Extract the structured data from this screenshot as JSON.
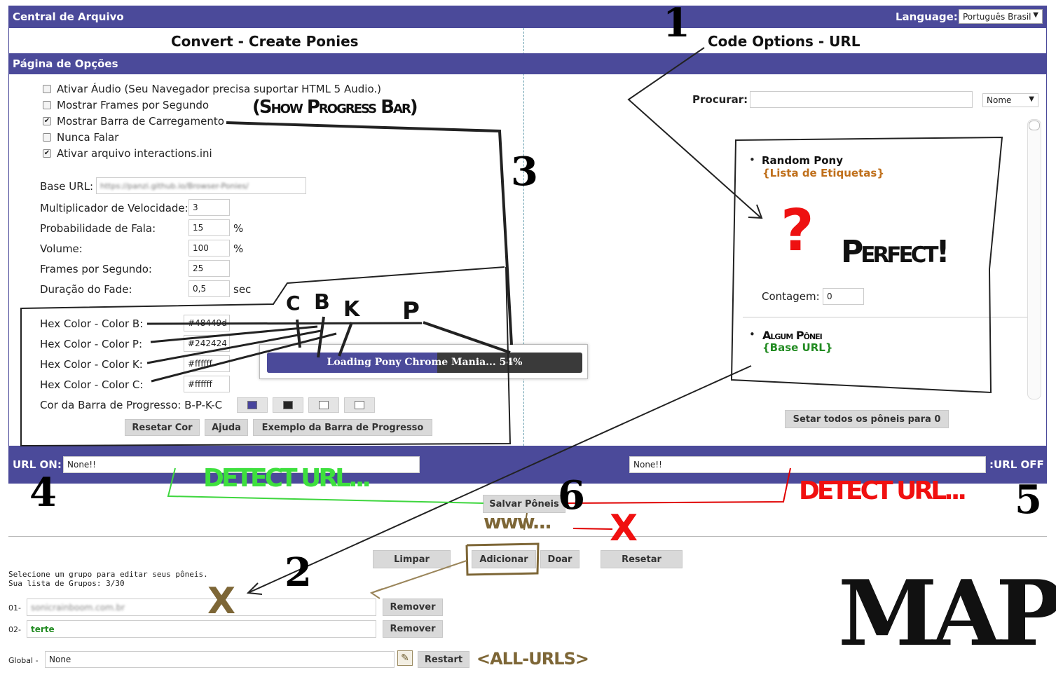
{
  "header": {
    "title": "Central de Arquivo",
    "language_label": "Language:",
    "language_value": "Português Brasil"
  },
  "columns": {
    "left_title": "Convert - Create Ponies",
    "right_title": "Code Options - URL"
  },
  "options": {
    "section_title": "Página de Opções",
    "checkboxes": [
      {
        "label": "Ativar Áudio (Seu Navegador precisa suportar HTML 5 Audio.)",
        "checked": false
      },
      {
        "label": "Mostrar Frames por Segundo",
        "checked": false
      },
      {
        "label": "Mostrar Barra de Carregamento",
        "checked": true
      },
      {
        "label": "Nunca Falar",
        "checked": false
      },
      {
        "label": "Ativar arquivo interactions.ini",
        "checked": true
      }
    ],
    "base_url_label": "Base URL:",
    "base_url_value": "https://panzi.github.io/Browser-Ponies/",
    "fields": [
      {
        "label": "Multiplicador de Velocidade:",
        "value": "3",
        "unit": ""
      },
      {
        "label": "Probabilidade de Fala:",
        "value": "15",
        "unit": "%"
      },
      {
        "label": "Volume:",
        "value": "100",
        "unit": "%"
      },
      {
        "label": "Frames por Segundo:",
        "value": "25",
        "unit": ""
      },
      {
        "label": "Duração do Fade:",
        "value": "0,5",
        "unit": "sec"
      }
    ],
    "hex_colors": [
      {
        "label": "Hex Color - Color B:",
        "value": "#48449d"
      },
      {
        "label": "Hex Color - Color P:",
        "value": "#242424"
      },
      {
        "label": "Hex Color - Color K:",
        "value": "#ffffff"
      },
      {
        "label": "Hex Color - Color C:",
        "value": "#ffffff"
      }
    ],
    "progress_label": "Cor da Barra de Progresso: B-P-K-C",
    "swatch_colors": [
      "#48449d",
      "#242424",
      "#ffffff",
      "#ffffff"
    ],
    "buttons": {
      "reset": "Resetar Cor",
      "help": "Ajuda",
      "example": "Exemplo da Barra de Progresso"
    }
  },
  "progress_popup": {
    "text": "Loading Pony Chrome Mania... 54%",
    "progress": 0.54
  },
  "search": {
    "label": "Procurar:",
    "value": "",
    "sort_value": "Nome"
  },
  "pony_list": {
    "item1_title": "Random Pony",
    "item1_tag": "{Lista de Etiquetas}",
    "count_label": "Contagem:",
    "count_value": "0",
    "item2_title": "Algum Pônei",
    "item2_tag": "{Base URL}",
    "set_all_button": "Setar todos os pôneis para 0"
  },
  "url_bar": {
    "on_label": "URL ON:",
    "on_value": "None!!",
    "off_value": "None!!",
    "off_label": ":URL OFF"
  },
  "save_button": "Salvar Pôneis",
  "group_actions": {
    "clear": "Limpar",
    "add": "Adicionar",
    "donate": "Doar",
    "reset": "Resetar"
  },
  "groups": {
    "info_line1": "Selecione um grupo para editar seus pôneis.",
    "info_line2": "Sua lista de Grupos: 3/30",
    "rows": [
      {
        "index": "01-",
        "value": "sonicrainboom.com.br",
        "remove": "Remover"
      },
      {
        "index": "02-",
        "value": "terte",
        "remove": "Remover"
      }
    ],
    "global_label": "Global -",
    "global_value": "None",
    "restart": "Restart"
  },
  "annotations": {
    "n1": "1",
    "n2": "2",
    "n3": "3",
    "n4": "4",
    "n5": "5",
    "n6": "6",
    "show_progress": "(Show Progress Bar)",
    "c": "C",
    "b": "B",
    "k": "K",
    "p": "P",
    "question": "?",
    "perfect": "Perfect!",
    "detect_green": "DETECT URL...",
    "detect_red": "DETECT URL...",
    "www": "www...",
    "x_red": "X",
    "x_olive": "X",
    "all_urls": "<ALL-URLS>",
    "map": "MAP"
  }
}
